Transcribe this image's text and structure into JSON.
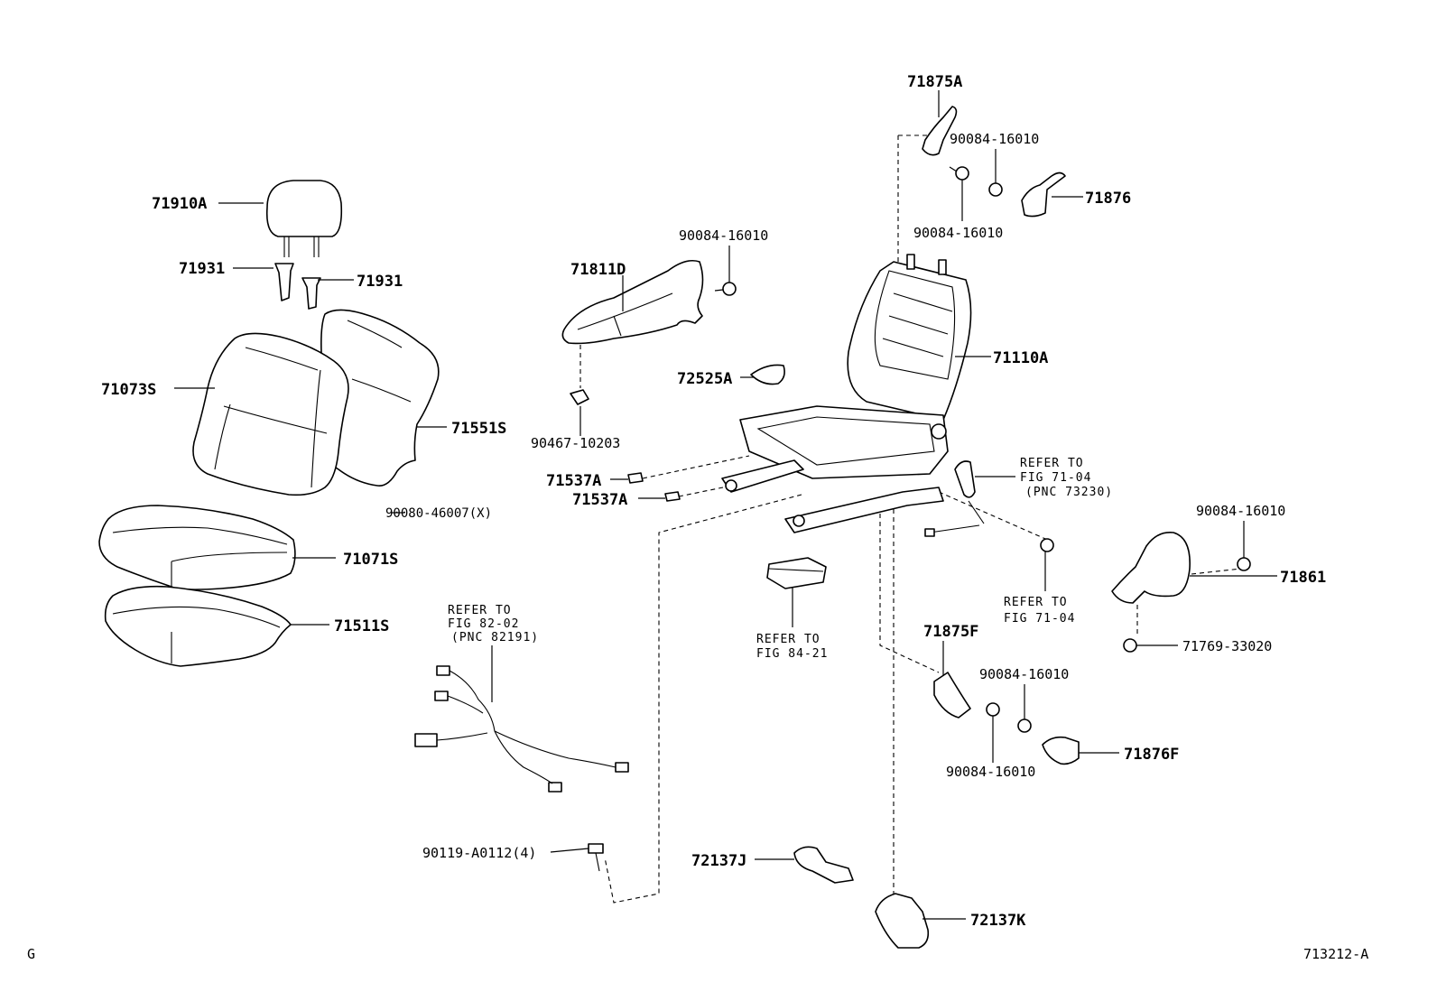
{
  "parts": {
    "headrest": "71910A",
    "headrest_guide_left": "71931",
    "headrest_guide_right": "71931",
    "back_cover": "71073S",
    "back_pad": "71551S",
    "cushion_cover": "71071S",
    "cushion_pad": "71511S",
    "hog_ring": "90080-46007(X)",
    "bracket_71811D": "71811D",
    "screw_top_left": "90084-16010",
    "clip": "90467-10203",
    "knob_72525A": "72525A",
    "seat_frame": "71110A",
    "shield_71875A": "71875A",
    "screw_top_right_1": "90084-16010",
    "screw_top_right_2": "90084-16010",
    "cover_71876": "71876",
    "pad_71537A_1": "71537A",
    "pad_71537A_2": "71537A",
    "screw_right_1": "90084-16010",
    "cover_71861": "71861",
    "screw_71769": "71769-33020",
    "shield_71875F": "71875F",
    "screw_lower_1": "90084-16010",
    "screw_lower_2": "90084-16010",
    "cover_71876F": "71876F",
    "bolt_90119": "90119-A0112(4)",
    "cover_72137J": "72137J",
    "cover_72137K": "72137K"
  },
  "refs": {
    "belt": [
      "REFER TO",
      "FIG 71-04",
      "(PNC 73230)"
    ],
    "nut": [
      "REFER TO",
      "FIG 71-04"
    ],
    "wire": [
      "REFER TO",
      "FIG 82-02",
      "(PNC 82191)"
    ],
    "module": [
      "REFER TO",
      "FIG 84-21"
    ]
  },
  "footer": {
    "left_code": "G",
    "diagram_id": "713212-A"
  }
}
